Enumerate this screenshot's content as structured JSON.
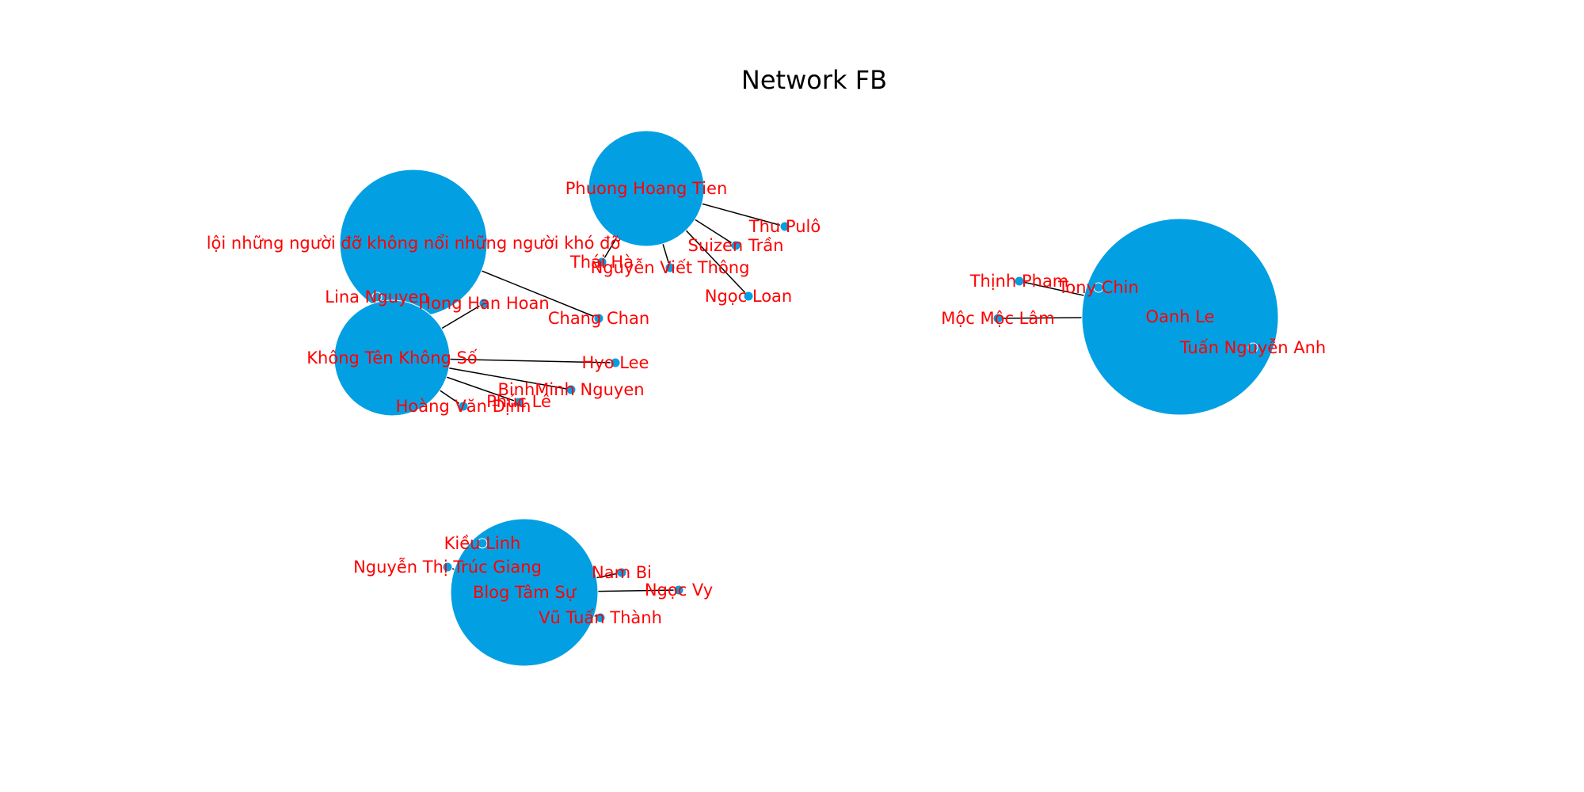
{
  "title": "Network FB",
  "colors": {
    "node_fill": "#039fe3",
    "node_stroke": "#ffffff",
    "edge": "#000000",
    "label": "#ff0000",
    "title": "#000000"
  },
  "graph": {
    "nodes": [
      {
        "id": "loi",
        "label": "lội những người đỡ không nổi những người khó đỡ",
        "size": "hub-large"
      },
      {
        "id": "phuong",
        "label": "Phuong Hoang Tien",
        "size": "hub-medium"
      },
      {
        "id": "khongten",
        "label": "Không Tên Không Số",
        "size": "hub-medium"
      },
      {
        "id": "oanh",
        "label": "Oanh Le",
        "size": "hub-xlarge"
      },
      {
        "id": "blog",
        "label": "Blog Tâm Sự",
        "size": "hub-large"
      },
      {
        "id": "thupulo",
        "label": "Thu Pulô",
        "size": "leaf"
      },
      {
        "id": "suizen",
        "label": "Suizen Trần",
        "size": "leaf"
      },
      {
        "id": "thaiha",
        "label": "Thái Hà",
        "size": "leaf"
      },
      {
        "id": "nguyenviet",
        "label": "Nguyễn Viết Thông",
        "size": "leaf"
      },
      {
        "id": "ngocloan",
        "label": "Ngọc Loan",
        "size": "leaf"
      },
      {
        "id": "changchan",
        "label": "Chang Chan",
        "size": "leaf"
      },
      {
        "id": "linanguyen",
        "label": "Lina Nguyen",
        "size": "leaf"
      },
      {
        "id": "honghan",
        "label": "Hong Han Hoan",
        "size": "leaf"
      },
      {
        "id": "hyolee",
        "label": "Hyo Lee",
        "size": "leaf"
      },
      {
        "id": "binhminh",
        "label": "BinhMinh Nguyen",
        "size": "leaf"
      },
      {
        "id": "phucle",
        "label": "Phúc Lê",
        "size": "leaf"
      },
      {
        "id": "hoangvan",
        "label": "Hoàng Văn Định",
        "size": "leaf"
      },
      {
        "id": "thinhpham",
        "label": "Thịnh Pham",
        "size": "leaf"
      },
      {
        "id": "tonychin",
        "label": "Tony Chin",
        "size": "leaf"
      },
      {
        "id": "mocmoc",
        "label": "Mộc Mộc Lâm",
        "size": "leaf"
      },
      {
        "id": "tuan",
        "label": "Tuấn Nguyễn Anh",
        "size": "leaf"
      },
      {
        "id": "kieulinh",
        "label": "Kiều Linh",
        "size": "leaf"
      },
      {
        "id": "nguyenthi",
        "label": "Nguyễn Thị Trúc Giang",
        "size": "leaf"
      },
      {
        "id": "nambi",
        "label": "Nam Bi",
        "size": "leaf"
      },
      {
        "id": "ngocvy",
        "label": "Ngọc Vy",
        "size": "leaf"
      },
      {
        "id": "vutuan",
        "label": "Vũ Tuấn Thành",
        "size": "leaf"
      }
    ],
    "edges": [
      [
        "phuong",
        "thupulo"
      ],
      [
        "phuong",
        "suizen"
      ],
      [
        "phuong",
        "thaiha"
      ],
      [
        "phuong",
        "nguyenviet"
      ],
      [
        "phuong",
        "ngocloan"
      ],
      [
        "loi",
        "changchan"
      ],
      [
        "loi",
        "linanguyen"
      ],
      [
        "khongten",
        "honghan"
      ],
      [
        "khongten",
        "hyolee"
      ],
      [
        "khongten",
        "binhminh"
      ],
      [
        "khongten",
        "phucle"
      ],
      [
        "khongten",
        "hoangvan"
      ],
      [
        "oanh",
        "thinhpham"
      ],
      [
        "oanh",
        "tonychin"
      ],
      [
        "oanh",
        "mocmoc"
      ],
      [
        "oanh",
        "tuan"
      ],
      [
        "blog",
        "kieulinh"
      ],
      [
        "blog",
        "nguyenthi"
      ],
      [
        "blog",
        "nambi"
      ],
      [
        "blog",
        "ngocvy"
      ],
      [
        "blog",
        "vutuan"
      ]
    ]
  }
}
